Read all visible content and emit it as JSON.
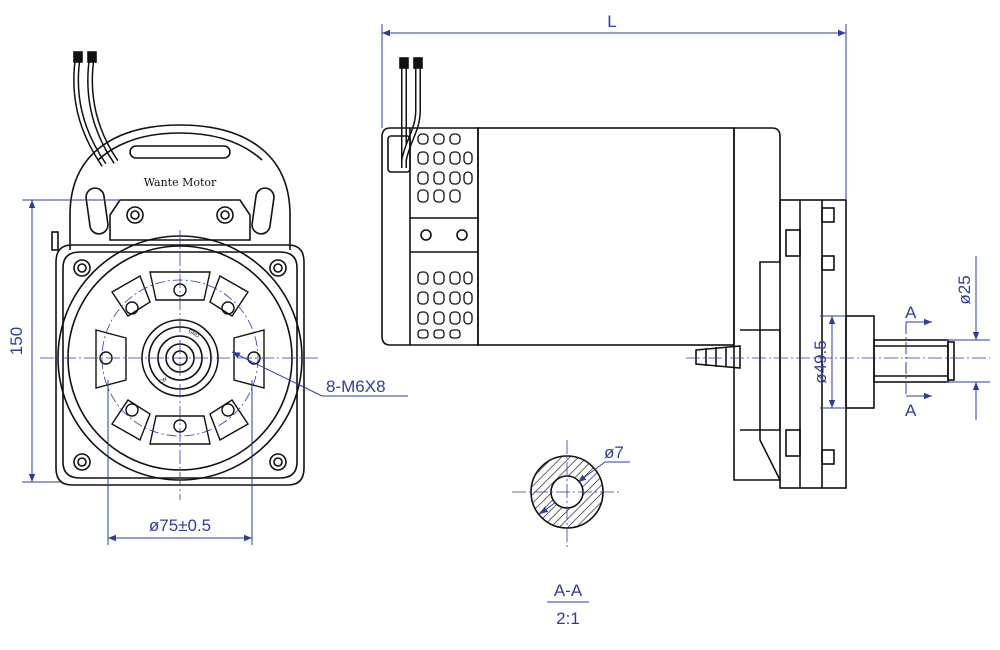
{
  "drawing": {
    "brand_label": "Wante Motor",
    "dimensions": {
      "height": "150",
      "bolt_spec": "8-M6X8",
      "pilot_diameter": "ø75±0.5",
      "overall_length": "L",
      "shaft_diameter": "ø25",
      "flange_diameter": "ø49.5",
      "section_hole": "ø7"
    },
    "section": {
      "marker_top": "A",
      "marker_bottom": "A",
      "title": "A-A",
      "scale": "2:1"
    },
    "hub_marks": [
      "GND",
      "CW"
    ],
    "colors": {
      "line": "#111111",
      "dimension": "#2e3d9e",
      "centerline": "#2e3d9e"
    }
  }
}
